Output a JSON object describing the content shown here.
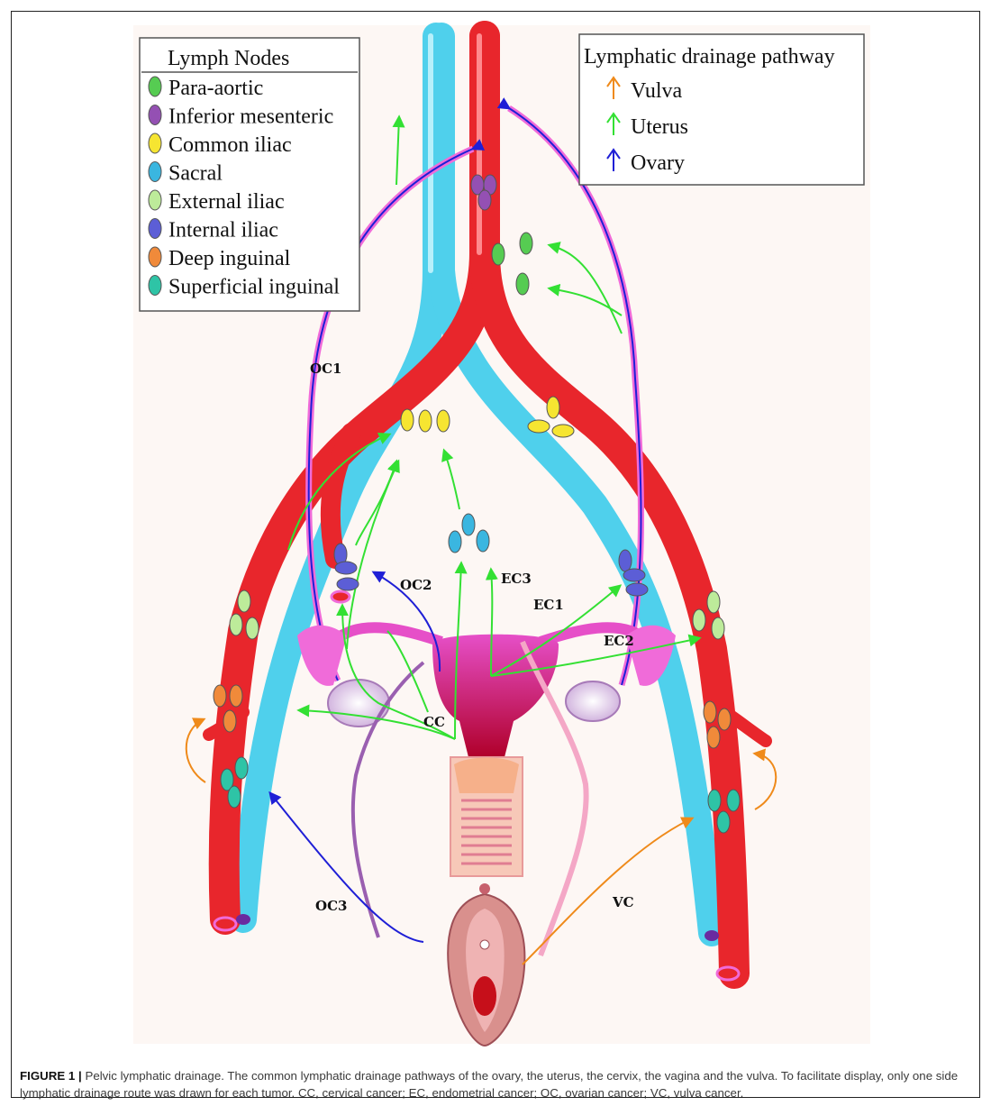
{
  "legend_nodes": {
    "title": "Lymph Nodes",
    "items": [
      {
        "label": "Para-aortic",
        "color": "#56cc52"
      },
      {
        "label": "Inferior mesenteric",
        "color": "#9450b3"
      },
      {
        "label": "Common iliac",
        "color": "#f6e531"
      },
      {
        "label": "Sacral",
        "color": "#3ab6e0"
      },
      {
        "label": "External iliac",
        "color": "#bdeb9a"
      },
      {
        "label": "Internal iliac",
        "color": "#5c5ed6"
      },
      {
        "label": "Deep inguinal",
        "color": "#f08a3a"
      },
      {
        "label": "Superficial inguinal",
        "color": "#2ec4a6"
      }
    ]
  },
  "legend_pathways": {
    "title": "Lymphatic drainage pathway",
    "items": [
      {
        "label": "Vulva",
        "color": "#ef8a1a"
      },
      {
        "label": "Uterus",
        "color": "#33e033"
      },
      {
        "label": "Ovary",
        "color": "#1f1fd6"
      }
    ]
  },
  "route_labels": {
    "oc1": "OC1",
    "oc2": "OC2",
    "oc3": "OC3",
    "ec1": "EC1",
    "ec2": "EC2",
    "ec3": "EC3",
    "cc": "CC",
    "vc": "VC"
  },
  "caption": {
    "prefix": "FIGURE 1 |",
    "text": " Pelvic lymphatic drainage. The common lymphatic drainage pathways of the ovary, the uterus, the cervix, the vagina and the vulva. To facilitate display, only one side lymphatic drainage route was drawn for each tumor. CC, cervical cancer; EC, endometrial cancer; OC, ovarian cancer; VC, vulva cancer."
  },
  "colors": {
    "artery": "#e8262c",
    "vein": "#4fd0ec",
    "lymphatic_vessel": "#f06bd9",
    "uterus": "#e64fc8"
  }
}
